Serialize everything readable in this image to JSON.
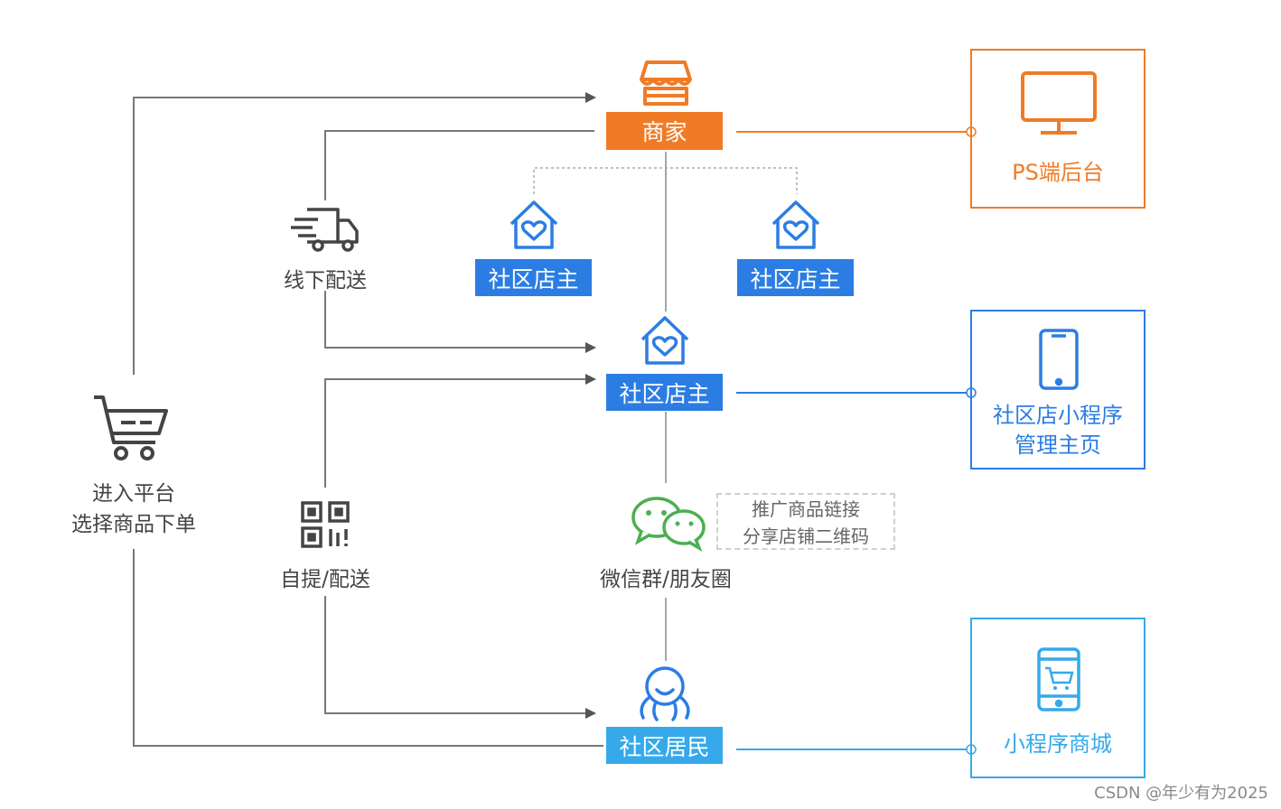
{
  "nodes": {
    "merchant": "商家",
    "community_owner_left": "社区店主",
    "community_owner_right": "社区店主",
    "community_owner_main": "社区店主",
    "wechat": "微信群/朋友圈",
    "resident": "社区居民"
  },
  "actions": {
    "offline_delivery": "线下配送",
    "pickup_delivery": "自提/配送",
    "enter_platform_line1": "进入平台",
    "enter_platform_line2": "选择商品下单"
  },
  "note": {
    "line1": "推广商品链接",
    "line2": "分享店铺二维码"
  },
  "panels": {
    "ps_backend": "PS端后台",
    "store_app_line1": "社区店小程序",
    "store_app_line2": "管理主页",
    "mini_mall": "小程序商城"
  },
  "watermark": "CSDN @年少有为2025",
  "colors": {
    "orange": "#f07b26",
    "blue": "#2b7de3",
    "sky": "#35a9ea",
    "green": "#4caf50",
    "line_gray": "#777777"
  },
  "icons": {
    "merchant": "shop-icon",
    "owner": "house-heart-icon",
    "delivery": "truck-icon",
    "cart": "cart-icon",
    "qr": "qr-code-icon",
    "wechat": "wechat-icon",
    "resident": "person-icon",
    "ps": "monitor-icon",
    "phone": "phone-icon",
    "mall": "phone-cart-icon"
  }
}
